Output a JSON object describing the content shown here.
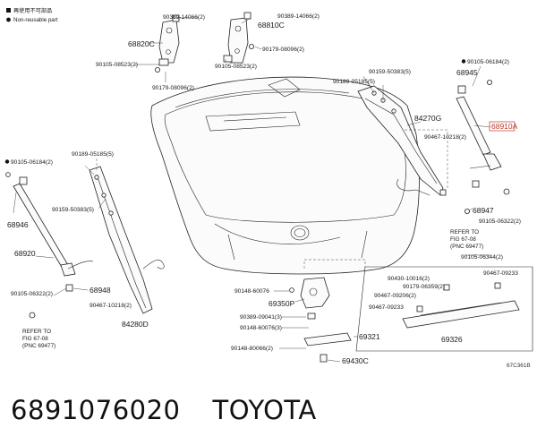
{
  "legend": {
    "non_reusable_jp": "再使用不可部品",
    "non_reusable_en": "Non-reusable part"
  },
  "labels": {
    "p90389_14066_left": "90389-14066(2)",
    "p90389_14066_right": "90389-14066(2)",
    "p68820C": "68820C",
    "p68810C": "68810C",
    "p90179_08096_right": "90179-08096(2)",
    "p90105_08523_left": "90105-08523(2)",
    "p90105_08523_right": "90105-08523(2)",
    "p90179_08096_left": "90179-08096(2)",
    "p90159_50383_right": "90159-50383(5)",
    "p90189_05185_right": "90189-05185(5)",
    "p90105_06184_right": "90105-06184(2)",
    "p68945": "68945",
    "p84270G": "84270G",
    "p68910A": "68910A",
    "p90467_10218_right": "90467-10218(2)",
    "p90105_06184_left": "90105-06184(2)",
    "p90189_05185_left": "90189-05185(5)",
    "p90159_50383_left": "90159-50383(5)",
    "p68946": "68946",
    "p68947": "68947",
    "p90105_06322_right": "90105-06322(2)",
    "p68920": "68920",
    "p90105_06344": "90105-06344(2)",
    "p90430_10016": "90430-10016(2)",
    "p90467_09233_top": "90467-09233",
    "p90179_06359": "90179-06359(2)",
    "p90467_09206": "90467-09206(2)",
    "p90467_09233_left": "90467-09233",
    "p90105_06322_left": "90105-06322(2)",
    "p68948": "68948",
    "p90148_60076_a": "90148-60076",
    "p69350P": "69350P",
    "p90467_10218_left": "90467-10218(2)",
    "p84280D": "84280D",
    "p90389_09041": "90389-09041(3)",
    "p90148_60076_b": "90148-60076(3)",
    "p69321": "69321",
    "p69326": "69326",
    "p90148_80066": "90148-80066(2)",
    "p69430C": "69430C"
  },
  "refs": {
    "right_line1": "REFER TO",
    "right_line2": "FIG 67-08",
    "right_line3": "(PNC 69477)",
    "left_line1": "REFER TO",
    "left_line2": "FIG 67-08",
    "left_line3": "(PNC 69477)"
  },
  "figure_code": "67C361B",
  "caption": {
    "part_number": "6891076020",
    "brand": "TOYOTA"
  },
  "colors": {
    "highlight": "#c0392b",
    "line": "#222222"
  }
}
